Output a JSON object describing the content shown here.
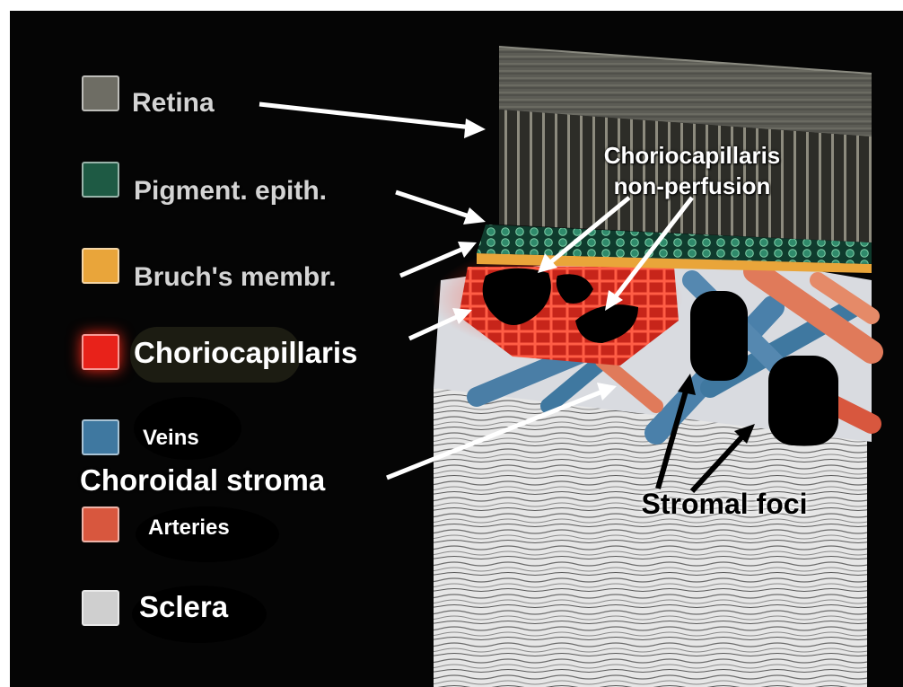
{
  "legend": {
    "retina": {
      "label": "Retina",
      "color": "#6e6d64"
    },
    "pigment": {
      "label": "Pigment. epith.",
      "color": "#1e5a44"
    },
    "bruch": {
      "label": "Bruch's membr.",
      "color": "#e9a53a"
    },
    "chorio": {
      "label": "Choriocapillaris",
      "color": "#e8221a"
    },
    "veins": {
      "label": "Veins",
      "color": "#3f78a0"
    },
    "arteries": {
      "label": "Arteries",
      "color": "#d8573e"
    },
    "sclera": {
      "label": "Sclera",
      "color": "#cfcfcf"
    }
  },
  "annotations": {
    "stroma": "Choroidal stroma",
    "nonperfusion_line1": "Choriocapillaris",
    "nonperfusion_line2": "non-perfusion",
    "stromal_foci": "Stromal foci"
  }
}
